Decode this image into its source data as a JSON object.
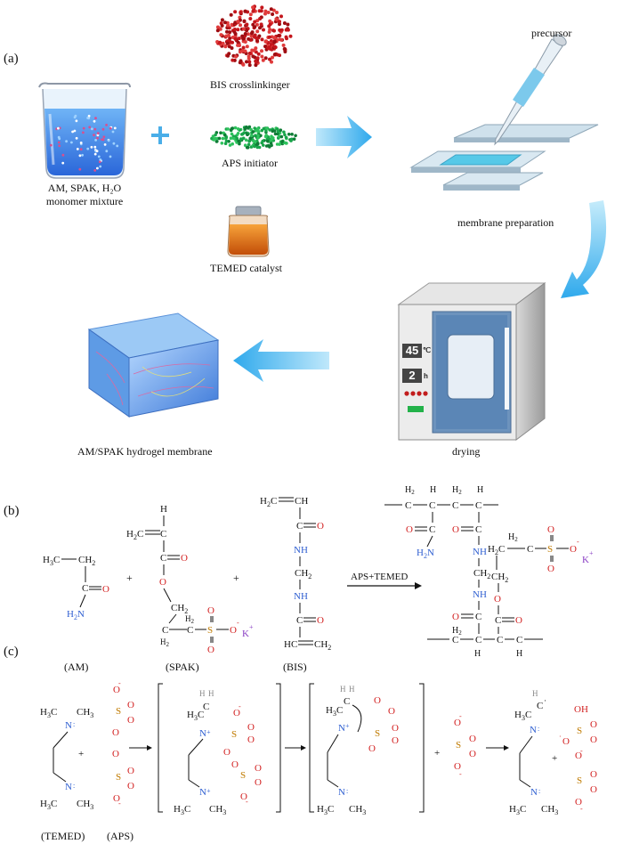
{
  "panels": {
    "a": "(a)",
    "b": "(b)",
    "c": "(c)"
  },
  "panel_a": {
    "monomer_label_line1": "AM, SPAK, H₂O",
    "monomer_label_line2": "monomer mixture",
    "bis_label": "BIS crosslinkinger",
    "aps_label": "APS initiator",
    "temed_label": "TEMED catalyst",
    "precursor_label": "precursor",
    "membrane_prep_label": "membrane preparation",
    "drying_label": "drying",
    "hydrogel_label": "AM/SPAK hydrogel membrane",
    "oven": {
      "temp_value": "45",
      "temp_unit": "℃",
      "time_value": "2",
      "time_unit": "h"
    },
    "plus": "+"
  },
  "panel_b": {
    "am_name": "(AM)",
    "spak_name": "(SPAK)",
    "bis_name": "(BIS)",
    "arrow_label": "APS+TEMED",
    "plus": "+"
  },
  "panel_c": {
    "temed_name": "(TEMED)",
    "aps_name": "(APS)",
    "plus": "+"
  },
  "colors": {
    "oxygen": "#d21f1f",
    "nitrogen": "#2f5fd1",
    "sulfur": "#c07a00",
    "potassium": "#8a3fc4",
    "arrow_cyan": "#3fb6ef"
  }
}
